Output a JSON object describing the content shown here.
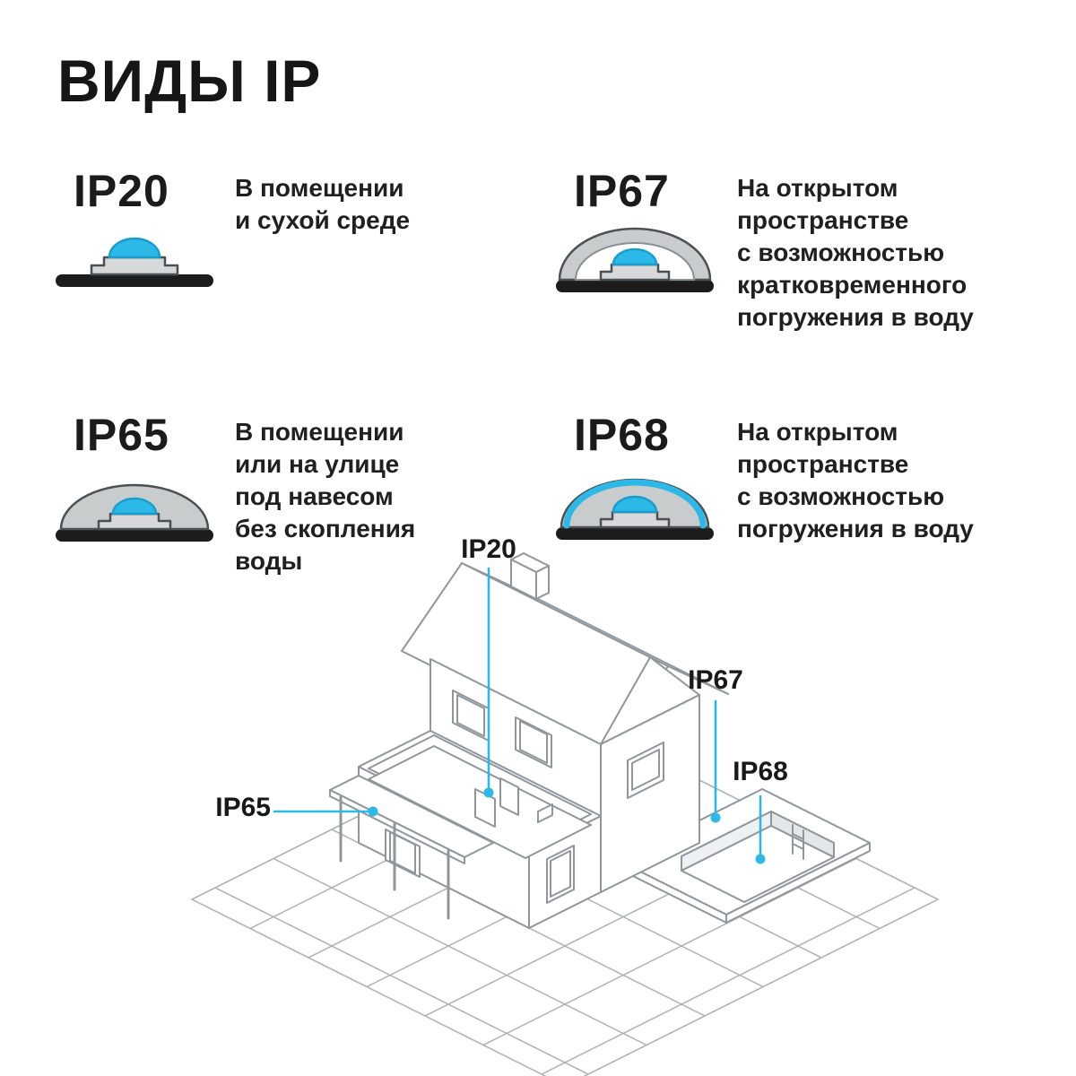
{
  "title": "ВИДЫ IP",
  "accent": "#2cb9e8",
  "cards": [
    {
      "code": "IP20",
      "desc": "В помещении\nи сухой среде"
    },
    {
      "code": "IP67",
      "desc": "На открытом\nпространстве\nс возможностью\nкратковременного\nпогружения в воду"
    },
    {
      "code": "IP65",
      "desc": "В помещении\nили на улице\nпод навесом\nбез скопления\nводы"
    },
    {
      "code": "IP68",
      "desc": "На открытом\nпространстве\nс возможностью\nпогружения в воду"
    }
  ],
  "scene": {
    "labels": {
      "ip20": "IP20",
      "ip65": "IP65",
      "ip67": "IP67",
      "ip68": "IP68"
    }
  }
}
